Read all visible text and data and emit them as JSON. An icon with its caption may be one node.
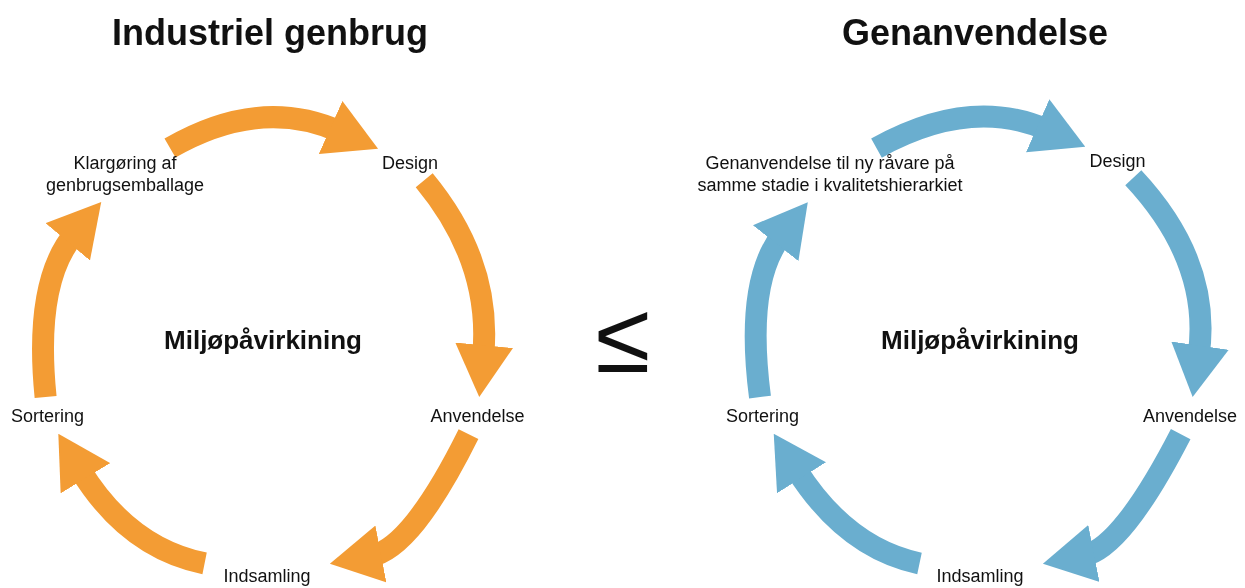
{
  "diagram": {
    "nodes": [
      {
        "text": [
          "Klargøring af genbrugsemballage"
        ]
      },
      {
        "text": [
          "Design"
        ]
      },
      {
        "text": [
          "Anvendelse"
        ]
      },
      {
        "text": [
          "Indsamling"
        ]
      },
      {
        "text": [
          "Sortering"
        ]
      },
      {
        "text": [
          "Genanvendelse til ny råvare på samme stadie i kvalitetshierarkiet"
        ]
      },
      {
        "text": [
          "Design"
        ]
      },
      {
        "text": [
          "Anvendelse"
        ]
      },
      {
        "text": [
          "Indsamling"
        ]
      },
      {
        "text": [
          "Sortering"
        ]
      }
    ],
    "edges": [
      {
        "from": 0,
        "to": 1,
        "arrow": "to",
        "color": "#f39c34"
      },
      {
        "from": 1,
        "to": 2,
        "arrow": "to",
        "color": "#f39c34"
      },
      {
        "from": 2,
        "to": 3,
        "arrow": "to",
        "color": "#f39c34"
      },
      {
        "from": 3,
        "to": 4,
        "arrow": "to",
        "color": "#f39c34"
      },
      {
        "from": 4,
        "to": 0,
        "arrow": "to",
        "color": "#f39c34"
      },
      {
        "from": 5,
        "to": 6,
        "arrow": "to",
        "color": "#6aaecf"
      },
      {
        "from": 6,
        "to": 7,
        "arrow": "to",
        "color": "#6aaecf"
      },
      {
        "from": 7,
        "to": 8,
        "arrow": "to",
        "color": "#6aaecf"
      },
      {
        "from": 8,
        "to": 9,
        "arrow": "to",
        "color": "#6aaecf"
      },
      {
        "from": 9,
        "to": 5,
        "arrow": "to",
        "color": "#6aaecf"
      }
    ],
    "labels": [
      "Industriel genbrug",
      "Genanvendelse",
      "Miljøpåvirkining",
      "≤",
      "Miljøpåvirkining"
    ]
  }
}
